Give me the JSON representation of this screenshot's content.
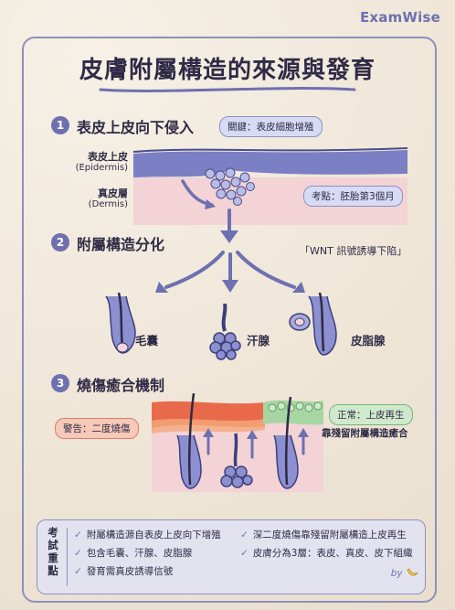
{
  "brand": "ExamWise",
  "title": "皮膚附屬構造的來源與發育",
  "sections": [
    {
      "number": "1",
      "title": "表皮上皮向下侵入"
    },
    {
      "number": "2",
      "title": "附屬構造分化"
    },
    {
      "number": "3",
      "title": "燒傷癒合機制"
    }
  ],
  "section1": {
    "key_pill": "關鍵：表皮細胞增殖",
    "epidermis_zh": "表皮上皮",
    "epidermis_en": "(Epidermis)",
    "dermis_zh": "真皮層",
    "dermis_en": "(Dermis)",
    "exam_pill": "考點：胚胎第3個月"
  },
  "section2": {
    "signal_label": "WNT 訊號誘導下陷",
    "hair_follicle": "毛囊",
    "sweat_gland": "汗腺",
    "sebaceous_gland": "皮脂腺"
  },
  "section3": {
    "warning_pill": "警告：二度燒傷",
    "normal_pill": "正常：上皮再生",
    "normal_note": "靠殘留附屬構造癒合"
  },
  "summary": {
    "tag": "考試重點",
    "points_left": [
      "附屬構造源自表皮上皮向下增殖",
      "包含毛囊、汗腺、皮脂腺",
      "發育需真皮誘導信號"
    ],
    "points_right": [
      "深二度燒傷靠殘留附屬構造上皮再生",
      "皮膚分為3層：表皮、真皮、皮下組織"
    ],
    "check_icon": "check-icon"
  },
  "byline": "by",
  "colors": {
    "accent": "#6e70b0",
    "epidermis": "#7b7fc4",
    "dermis": "#f3d3d6",
    "burn": "#e86a4a",
    "heal": "#79b578"
  }
}
